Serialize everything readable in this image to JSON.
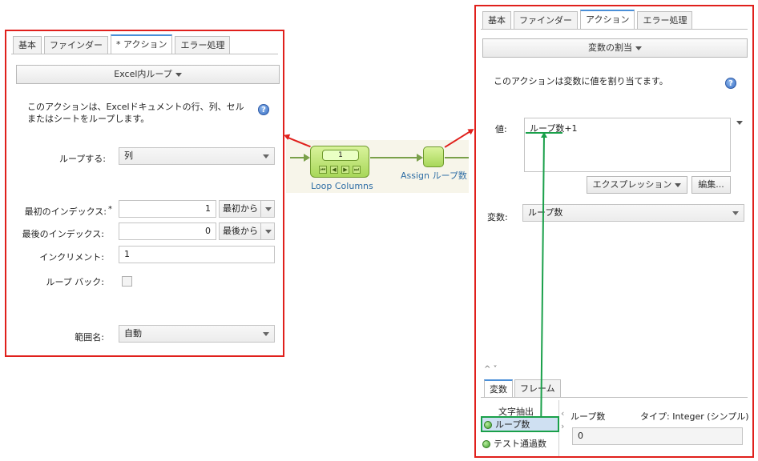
{
  "left": {
    "tabs": [
      "基本",
      "ファインダー",
      "* アクション",
      "エラー処理"
    ],
    "action_button": "Excel内ループ",
    "description": [
      "このアクションは、Excelドキュメントの行、列、セル",
      "またはシートをループします。"
    ],
    "help_glyph": "?",
    "loop_label": "ループする:",
    "loop_value": "列",
    "first_index_label": "最初のインデックス:",
    "first_index_star": "*",
    "first_index_value": "1",
    "first_index_mode": "最初から",
    "last_index_label": "最後のインデックス:",
    "last_index_value": "0",
    "last_index_mode": "最後から",
    "increment_label": "インクリメント:",
    "increment_value": "1",
    "loop_back_label": "ループ バック:",
    "range_label": "範囲名:",
    "range_value": "自動"
  },
  "flow": {
    "loop_counter": "1",
    "loop_controls": [
      "⏮",
      "◀",
      "▶",
      "⏭"
    ],
    "loop_label": "Loop Columns",
    "assign_label": "Assign ループ数"
  },
  "right": {
    "tabs": [
      "基本",
      "ファインダー",
      "アクション",
      "エラー処理"
    ],
    "action_button": "変数の割当",
    "description": "このアクションは変数に値を割り当てます。",
    "help_glyph": "?",
    "value_label": "値:",
    "value_text": "ループ数+1",
    "expression_button": "エクスプレッション",
    "edit_button": "編集...",
    "variable_label": "変数:",
    "variable_value": "ループ数",
    "collapse_glyphs": "^ ˅",
    "bottom_tabs": [
      "変数",
      "フレーム"
    ],
    "var_items": [
      "文字抽出",
      "ループ数",
      "テスト通過数"
    ],
    "detail_name": "ループ数",
    "detail_type": "タイプ: Integer (シンプル)",
    "detail_value": "0",
    "nav_prev": "‹",
    "nav_next": "›"
  },
  "colors": {
    "highlight": "#e0201c",
    "link": "#1aa04a",
    "tab_active": "#4a8fd8"
  }
}
